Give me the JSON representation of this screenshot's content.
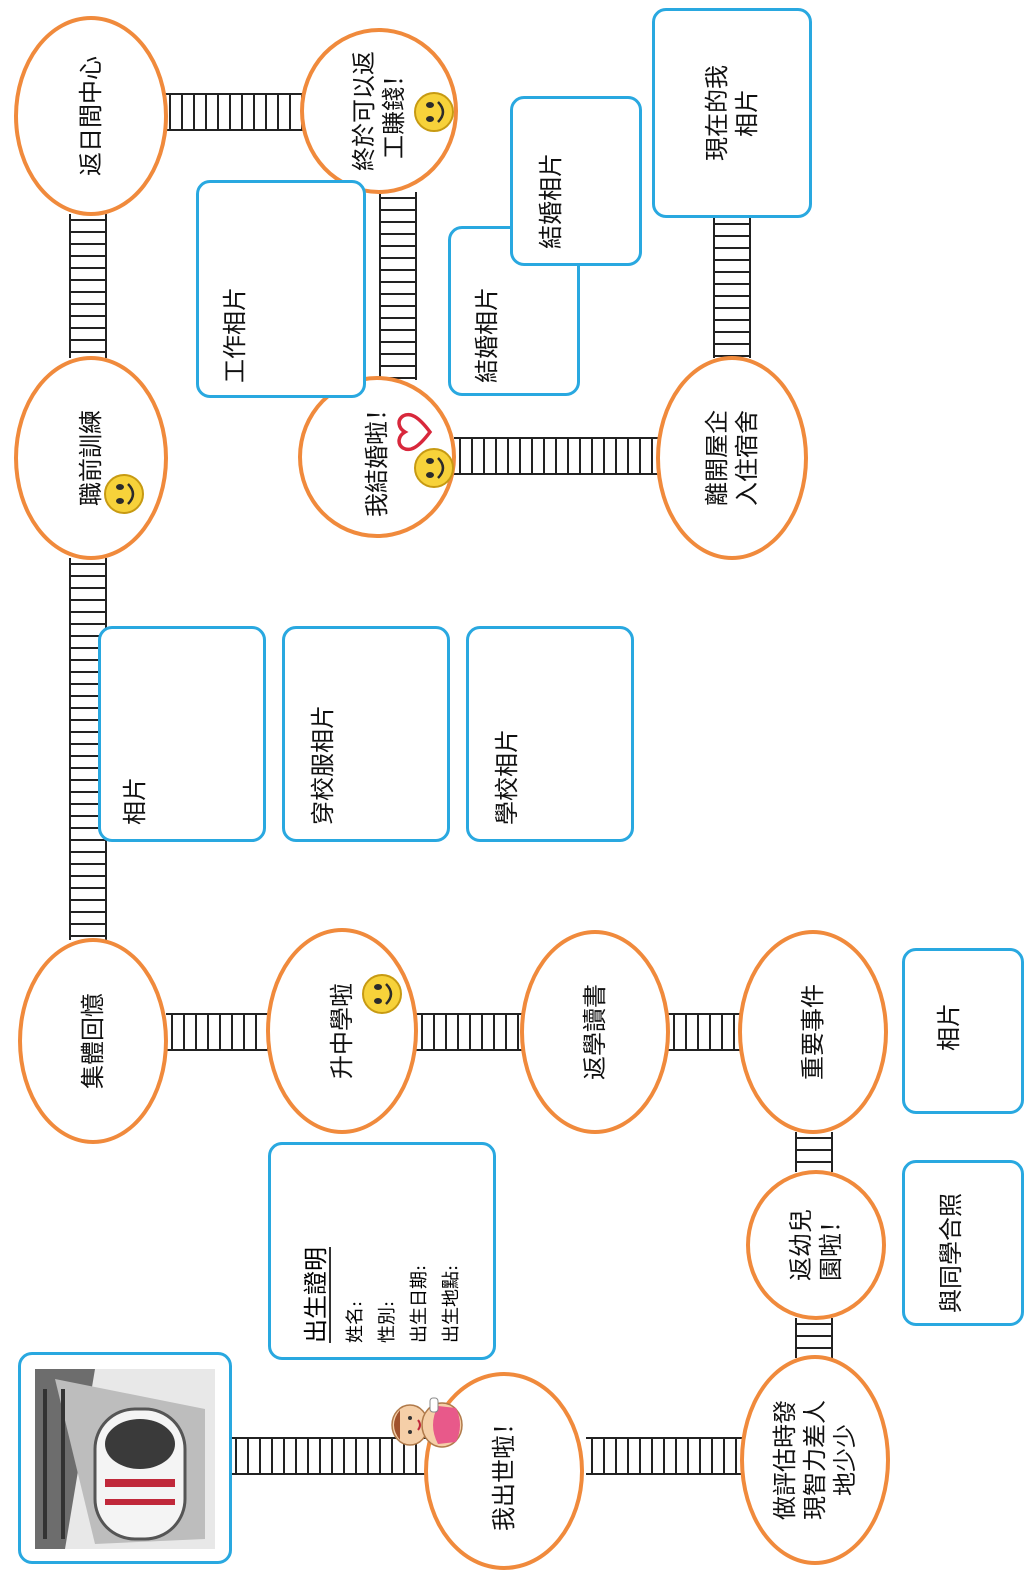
{
  "nodes": {
    "born": [
      "我出世啦！"
    ],
    "assessment": [
      "做評估時發",
      "現智力差人",
      "地少少"
    ],
    "kindergarten": [
      "返幼兒",
      "園啦！"
    ],
    "important_event": [
      "重要事件"
    ],
    "school": [
      "返學讀書"
    ],
    "secondary": [
      "升中學啦"
    ],
    "group_memories": [
      "集體回憶"
    ],
    "pre_job_training": [
      "職前訓練"
    ],
    "day_centre": [
      "返日間中心"
    ],
    "earn_money": [
      "終於可以返",
      "工賺錢！"
    ],
    "married": [
      "我結婚啦！"
    ],
    "dormitory": [
      "離開屋企",
      "入住宿舍"
    ]
  },
  "boxes": {
    "photo_right": "相片",
    "classmates_photo": "與同學合照",
    "photo_left": "相片",
    "uniform_photo": "穿校服相片",
    "school_photo": "學校相片",
    "work_photo": "工作相片",
    "wedding_photo_1": "結婚相片",
    "wedding_photo_2": "結婚相片",
    "current_photo": [
      "現在的我",
      "相片"
    ]
  },
  "certificate": {
    "title": "出生證明",
    "name_label": "姓名:",
    "gender_label": "性別:",
    "dob_label": "出生日期:",
    "place_label": "出生地點:"
  },
  "icons": [
    "train-photo",
    "baby-icon",
    "smiley-icon",
    "heart-icon"
  ],
  "colors": {
    "node_border": "#f08a3c",
    "box_border": "#29a8e0",
    "track": "#222222",
    "smiley": "#f7d23a"
  }
}
